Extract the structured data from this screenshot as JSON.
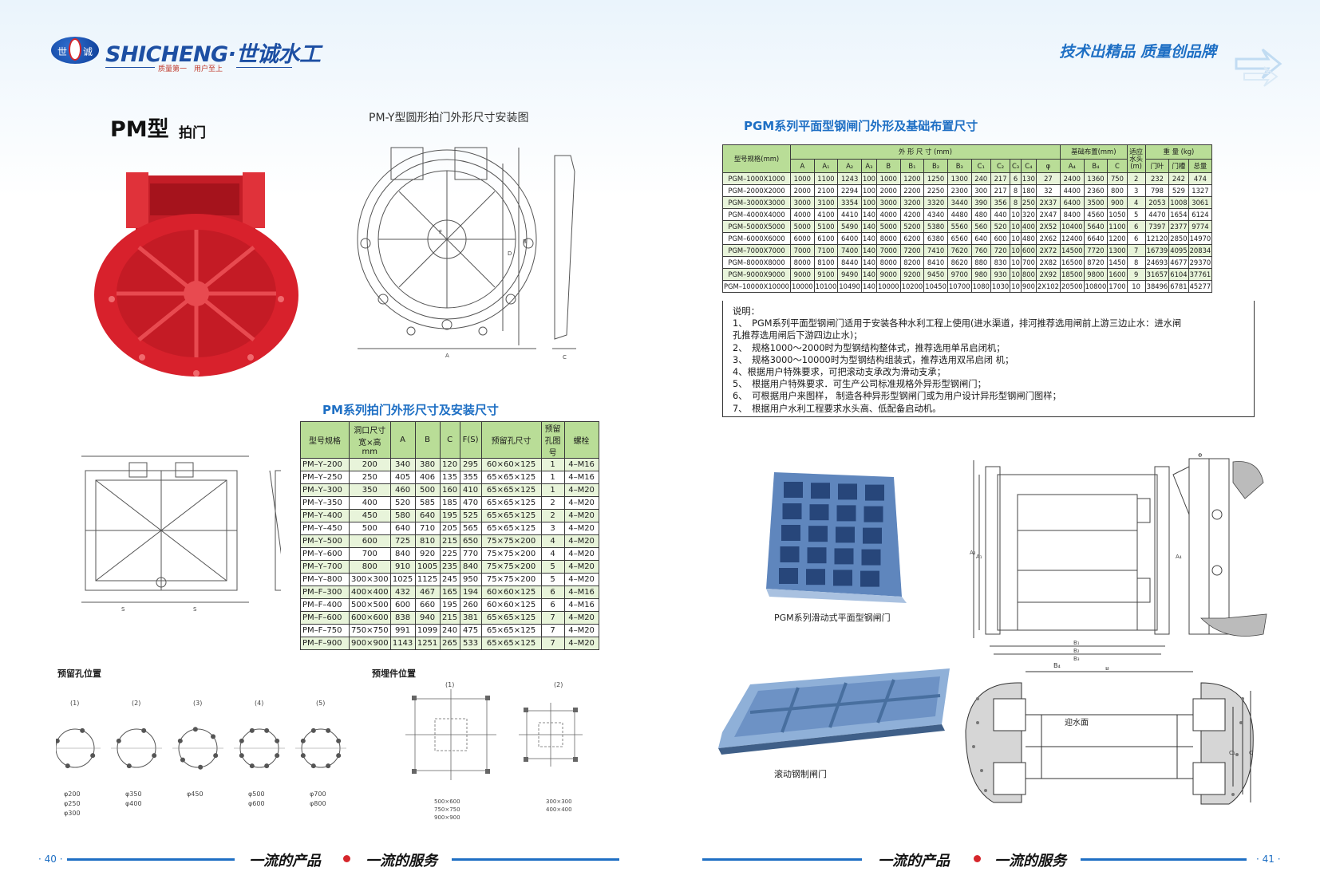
{
  "header": {
    "logo_char_left": "世",
    "logo_char_right": "诚",
    "brand": "SHICHENG·世诚水工",
    "brand_sub": "质量第一　用户至上",
    "slogan_right": "技术出精品  质量创品牌"
  },
  "left": {
    "title_main": "PM型",
    "title_sub": "拍门",
    "diagram_caption": "PM-Y型圆形拍门外形尺寸安装图",
    "table_title": "PM系列拍门外形尺寸及安装尺寸",
    "table_headers": [
      "型号规格",
      "洞口尺寸宽×高mm",
      "A",
      "B",
      "C",
      "F(S)",
      "预留孔尺寸",
      "预留孔图号",
      "螺栓"
    ],
    "table_rows": [
      [
        "PM–Y–200",
        "200",
        "340",
        "380",
        "120",
        "295",
        "60×60×125",
        "1",
        "4–M16"
      ],
      [
        "PM–Y–250",
        "250",
        "405",
        "406",
        "135",
        "355",
        "65×65×125",
        "1",
        "4–M16"
      ],
      [
        "PM–Y–300",
        "350",
        "460",
        "500",
        "160",
        "410",
        "65×65×125",
        "1",
        "4–M20"
      ],
      [
        "PM–Y–350",
        "400",
        "520",
        "585",
        "185",
        "470",
        "65×65×125",
        "2",
        "4–M20"
      ],
      [
        "PM–Y–400",
        "450",
        "580",
        "640",
        "195",
        "525",
        "65×65×125",
        "2",
        "4–M20"
      ],
      [
        "PM–Y–450",
        "500",
        "640",
        "710",
        "205",
        "565",
        "65×65×125",
        "3",
        "4–M20"
      ],
      [
        "PM–Y–500",
        "600",
        "725",
        "810",
        "215",
        "650",
        "75×75×200",
        "4",
        "4–M20"
      ],
      [
        "PM–Y–600",
        "700",
        "840",
        "920",
        "225",
        "770",
        "75×75×200",
        "4",
        "4–M20"
      ],
      [
        "PM–Y–700",
        "800",
        "910",
        "1005",
        "235",
        "840",
        "75×75×200",
        "5",
        "4–M20"
      ],
      [
        "PM–Y–800",
        "300×300",
        "1025",
        "1125",
        "245",
        "950",
        "75×75×200",
        "5",
        "4–M20"
      ],
      [
        "PM–F–300",
        "400×400",
        "432",
        "467",
        "165",
        "194",
        "60×60×125",
        "6",
        "4–M16"
      ],
      [
        "PM–F–400",
        "500×500",
        "600",
        "660",
        "195",
        "260",
        "60×60×125",
        "6",
        "4–M16"
      ],
      [
        "PM–F–600",
        "600×600",
        "838",
        "940",
        "215",
        "381",
        "65×65×125",
        "7",
        "4–M20"
      ],
      [
        "PM–F–750",
        "750×750",
        "991",
        "1099",
        "240",
        "475",
        "65×65×125",
        "7",
        "4–M20"
      ],
      [
        "PM–F–900",
        "900×900",
        "1143",
        "1251",
        "265",
        "533",
        "65×65×125",
        "7",
        "4–M20"
      ]
    ],
    "hole_title": "预留孔位置",
    "embed_title": "预埋件位置",
    "hole_nums": [
      "(1)",
      "(2)",
      "(3)",
      "(4)",
      "(5)"
    ],
    "hole_sizes": [
      [
        "φ200",
        "φ250",
        "φ300"
      ],
      [
        "φ350",
        "φ400"
      ],
      [
        "φ450"
      ],
      [
        "φ500",
        "φ600"
      ],
      [
        "φ700",
        "φ800"
      ]
    ],
    "embed_nums": [
      "(1)",
      "(2)"
    ],
    "embed_sizes": [
      [
        "500×600",
        "750×750",
        "900×900"
      ],
      [
        "300×300",
        "400×400"
      ]
    ],
    "page_number": "· 40 ·",
    "footer_a": "一流的产品",
    "footer_b": "一流的服务"
  },
  "right": {
    "table_title": "PGM系列平面型钢闸门外形及基础布置尺寸",
    "group_headers": {
      "model": "型号规格(mm)",
      "outline": "外 形 尺 寸 (mm)",
      "base": "基础布置(mm)",
      "head": "适应水头(m)",
      "weight": "重 量 (kg)"
    },
    "sub_headers": [
      "A",
      "A₁",
      "A₂",
      "A₃",
      "B",
      "B₁",
      "B₂",
      "B₃",
      "C₁",
      "C₂",
      "C₃",
      "C₄",
      "φ",
      "A₄",
      "B₄",
      "C",
      "门叶",
      "门槽",
      "总量"
    ],
    "rows": [
      [
        "PGM–1000X1000",
        "1000",
        "1100",
        "1243",
        "100",
        "1000",
        "1200",
        "1250",
        "1300",
        "240",
        "217",
        "6",
        "130",
        "27",
        "2400",
        "1360",
        "750",
        "2",
        "232",
        "242",
        "474"
      ],
      [
        "PGM–2000X2000",
        "2000",
        "2100",
        "2294",
        "100",
        "2000",
        "2200",
        "2250",
        "2300",
        "300",
        "217",
        "8",
        "180",
        "32",
        "4400",
        "2360",
        "800",
        "3",
        "798",
        "529",
        "1327"
      ],
      [
        "PGM–3000X3000",
        "3000",
        "3100",
        "3354",
        "100",
        "3000",
        "3200",
        "3320",
        "3440",
        "390",
        "356",
        "8",
        "250",
        "2X37",
        "6400",
        "3500",
        "900",
        "4",
        "2053",
        "1008",
        "3061"
      ],
      [
        "PGM–4000X4000",
        "4000",
        "4100",
        "4410",
        "140",
        "4000",
        "4200",
        "4340",
        "4480",
        "480",
        "440",
        "10",
        "320",
        "2X47",
        "8400",
        "4560",
        "1050",
        "5",
        "4470",
        "1654",
        "6124"
      ],
      [
        "PGM–5000X5000",
        "5000",
        "5100",
        "5490",
        "140",
        "5000",
        "5200",
        "5380",
        "5560",
        "560",
        "520",
        "10",
        "400",
        "2X52",
        "10400",
        "5640",
        "1100",
        "6",
        "7397",
        "2377",
        "9774"
      ],
      [
        "PGM–6000X6000",
        "6000",
        "6100",
        "6400",
        "140",
        "8000",
        "6200",
        "6380",
        "6560",
        "640",
        "600",
        "10",
        "480",
        "2X62",
        "12400",
        "6640",
        "1200",
        "6",
        "12120",
        "2850",
        "14970"
      ],
      [
        "PGM–7000X7000",
        "7000",
        "7100",
        "7400",
        "140",
        "7000",
        "7200",
        "7410",
        "7620",
        "760",
        "720",
        "10",
        "600",
        "2X72",
        "14500",
        "7720",
        "1300",
        "7",
        "16739",
        "4095",
        "20834"
      ],
      [
        "PGM–8000X8000",
        "8000",
        "8100",
        "8440",
        "140",
        "8000",
        "8200",
        "8410",
        "8620",
        "880",
        "830",
        "10",
        "700",
        "2X82",
        "16500",
        "8720",
        "1450",
        "8",
        "24693",
        "4677",
        "29370"
      ],
      [
        "PGM–9000X9000",
        "9000",
        "9100",
        "9490",
        "140",
        "9000",
        "9200",
        "9450",
        "9700",
        "980",
        "930",
        "10",
        "800",
        "2X92",
        "18500",
        "9800",
        "1600",
        "9",
        "31657",
        "6104",
        "37761"
      ],
      [
        "PGM–10000X10000",
        "10000",
        "10100",
        "10490",
        "140",
        "10000",
        "10200",
        "10450",
        "10700",
        "1080",
        "1030",
        "10",
        "900",
        "2X102",
        "20500",
        "10800",
        "1700",
        "10",
        "38496",
        "6781",
        "45277"
      ]
    ],
    "notes_title": "说明：",
    "notes": [
      "1、　PGM系列平面型钢闸门适用于安装各种水利工程上使用(进水渠道，排河推荐选用闸前上游三边止水：进水闸",
      "孔推荐选用闸后下游四边止水)；",
      "2、　规格1000～2000时为型钢结构整体式，推荐选用单吊启闭机；",
      "3、　规格3000～10000时为型钢结构组装式，推荐选用双吊启闭 机；",
      "4、根据用户特殊要求，可把滚动支承改为滑动支承；",
      "5、　根据用户特殊要求．可生产公司标准规格外异形型钢闸门；",
      "6、　可根据用户来图样，  制造各种异形型钢闸门或为用户设计异形型钢闸门图样；",
      "7、　根据用户水利工程要求水头高、低配备启动机。"
    ],
    "photo1_caption": "PGM系列滑动式平面型钢闸门",
    "photo2_caption": "滚动钢制闸门",
    "upstream_label": "迎水面",
    "page_number": "· 41 ·",
    "footer_a": "一流的产品",
    "footer_b": "一流的服务"
  },
  "colors": {
    "brand_blue": "#1d4fa3",
    "heading_blue": "#1e6fc4",
    "table_header_green": "#b9dd97",
    "table_row_green": "#e8f4da",
    "gate_red": "#d8212c",
    "gate_blue": "#6e93c4"
  }
}
